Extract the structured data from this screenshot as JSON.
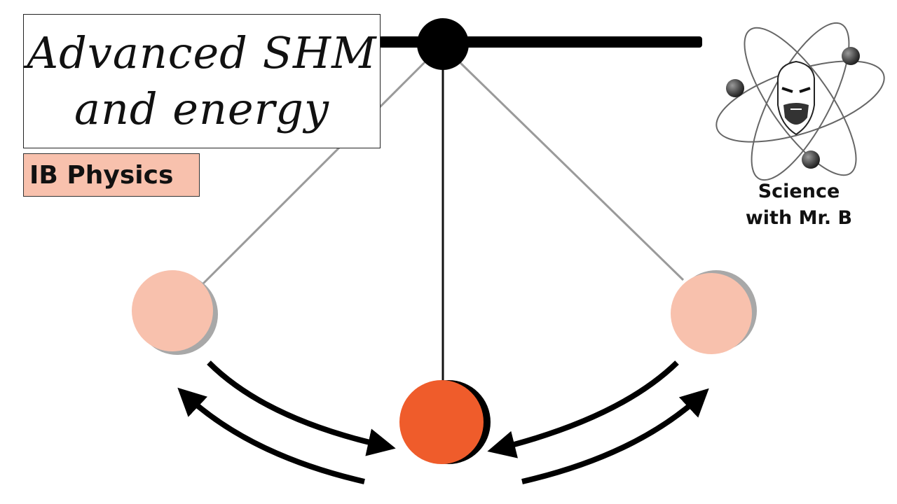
{
  "title": {
    "line1": "Advanced SHM",
    "line2": "and energy"
  },
  "tag": "IB Physics",
  "brand": {
    "line1": "Science",
    "line2": "with Mr. B"
  },
  "colors": {
    "bob_center": "#ef5c2b",
    "bob_side": "#f8c1ad",
    "bob_shadow": "#a8a8a8",
    "string_center": "#111111",
    "string_side": "#9a9a9a",
    "pivot": "#000000",
    "arrow": "#000000"
  }
}
